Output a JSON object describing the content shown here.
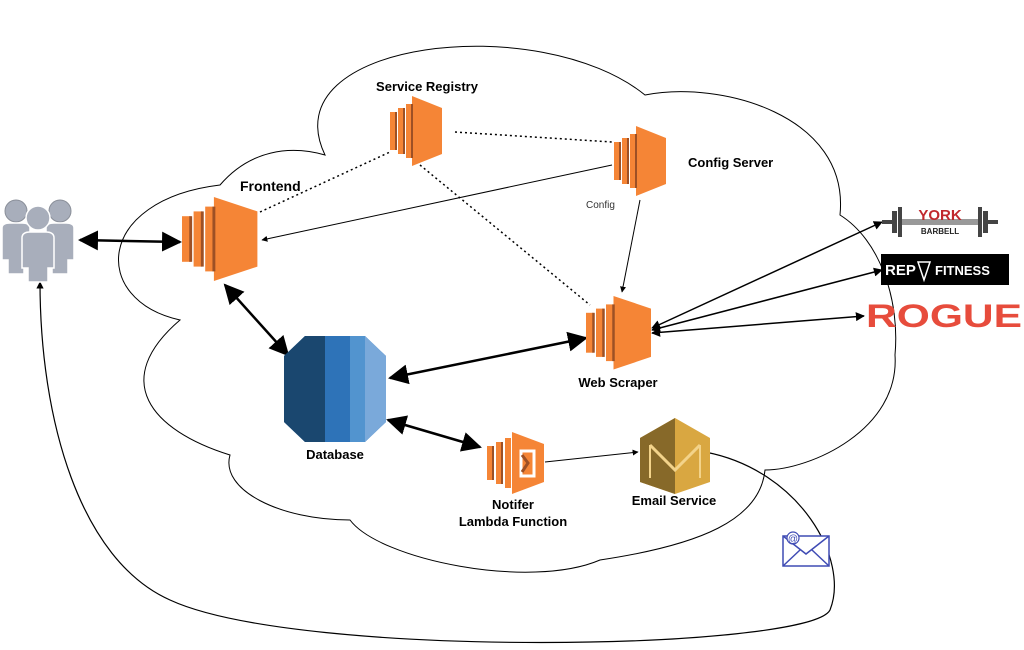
{
  "nodes": {
    "service_registry": {
      "label": "Service Registry"
    },
    "config_server": {
      "label": "Config Server"
    },
    "frontend": {
      "label": "Frontend"
    },
    "web_scraper": {
      "label": "Web Scraper"
    },
    "database": {
      "label": "Database"
    },
    "notifier": {
      "label_line1": "Notifer",
      "label_line2": "Lambda Function"
    },
    "email_service": {
      "label": "Email Service"
    }
  },
  "edges": {
    "config_label": "Config"
  },
  "logos": {
    "york_line1": "YORK",
    "york_line2": "BARBELL",
    "rep": "REP",
    "fitness": "FITNESS",
    "rogue": "ROGUE"
  },
  "colors": {
    "ec2_orange": "#f58536",
    "ec2_dark": "#9d5025",
    "db_blue": "#2e73b8",
    "db_dark": "#1a476f",
    "db_light": "#5294cf",
    "ses_gold": "#d9a741",
    "ses_dark": "#876929",
    "user_gray": "#a8aebb",
    "rogue_red": "#e74c3c",
    "mail_blue": "#3f4bb4"
  },
  "icons": {
    "users": "users-group-icon",
    "mail": "envelope-icon"
  }
}
